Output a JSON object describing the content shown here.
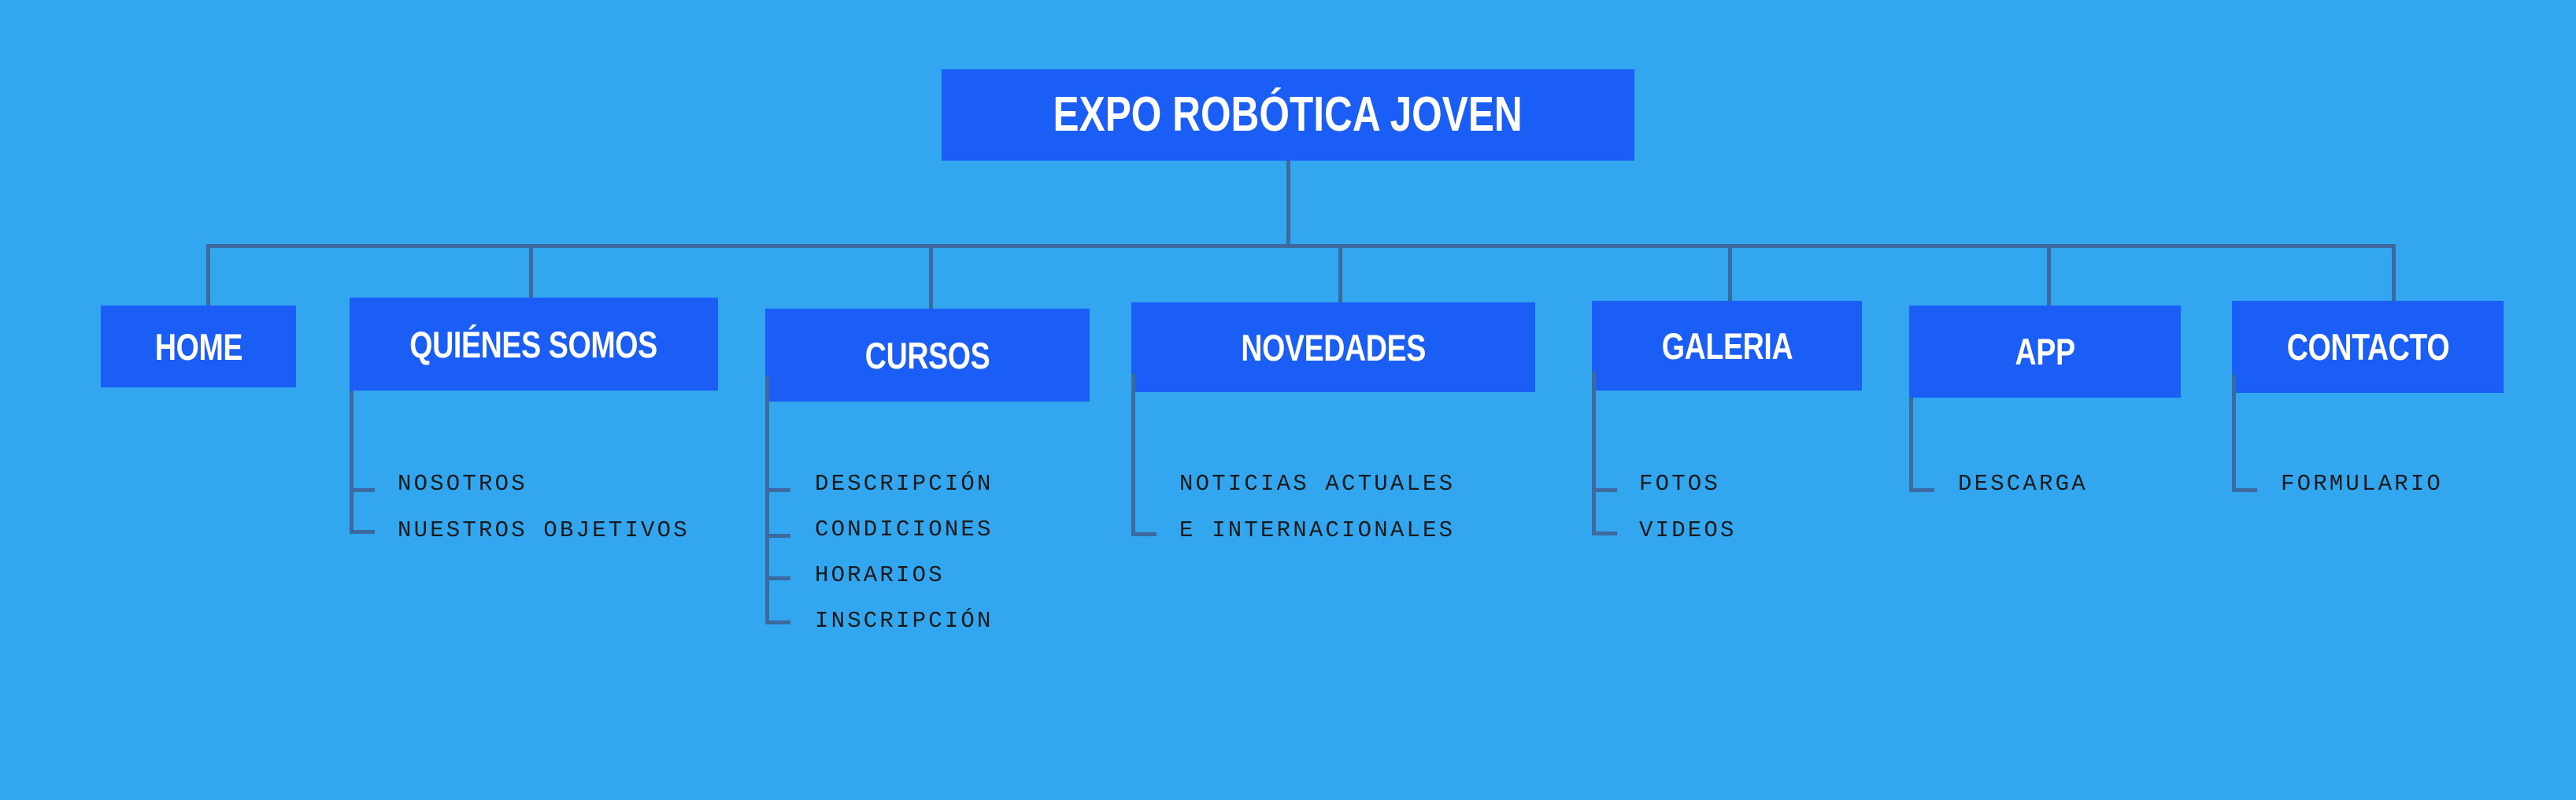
{
  "diagram": {
    "type": "sitemap-tree",
    "background_color": "#32a7f0",
    "node_color": "#1a5ef5",
    "node_text_color": "#ffffff",
    "connector_color": "#3c6a9e",
    "subitem_text_color": "#1a1a1a",
    "root": {
      "label": "EXPO ROBÓTICA JOVEN"
    },
    "sections": [
      {
        "label": "HOME",
        "children": []
      },
      {
        "label": "QUIÉNES SOMOS",
        "children": [
          "NOSOTROS",
          "NUESTROS OBJETIVOS"
        ]
      },
      {
        "label": "CURSOS",
        "children": [
          "DESCRIPCIÓN",
          "CONDICIONES",
          "HORARIOS",
          "INSCRIPCIÓN"
        ]
      },
      {
        "label": "NOVEDADES",
        "children": [
          "NOTICIAS ACTUALES",
          "E INTERNACIONALES"
        ]
      },
      {
        "label": "GALERIA",
        "children": [
          "FOTOS",
          "VIDEOS"
        ]
      },
      {
        "label": "APP",
        "children": [
          "DESCARGA"
        ]
      },
      {
        "label": "CONTACTO",
        "children": [
          "FORMULARIO"
        ]
      }
    ]
  }
}
